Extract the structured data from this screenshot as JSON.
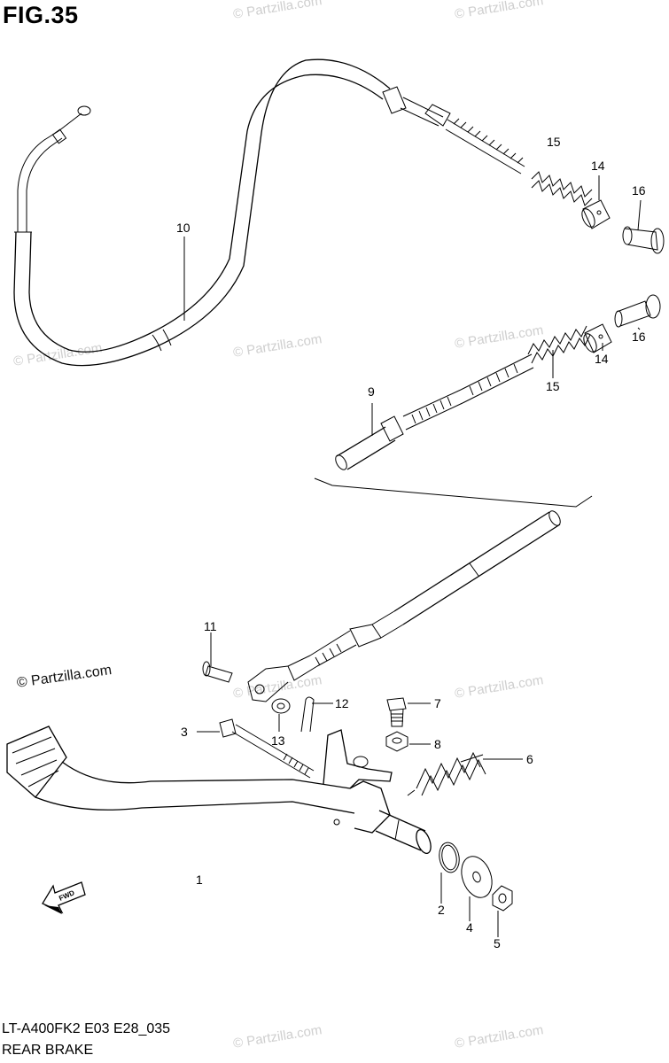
{
  "figure": {
    "title": "FIG.35",
    "model_code": "LT-A400FK2 E03 E28_035",
    "section_name": "REAR BRAKE",
    "copyright": "© Partzilla.com",
    "watermark": "© Partzilla.com"
  },
  "callouts": {
    "c1": "1",
    "c2": "2",
    "c3": "3",
    "c4": "4",
    "c5": "5",
    "c6": "6",
    "c7": "7",
    "c8": "8",
    "c9": "9",
    "c10": "10",
    "c11": "11",
    "c12": "12",
    "c13": "13",
    "c14a": "14",
    "c14b": "14",
    "c15a": "15",
    "c15b": "15",
    "c16a": "16",
    "c16b": "16"
  },
  "icons": {
    "fwd_arrow": "forward-direction-arrow-icon"
  }
}
